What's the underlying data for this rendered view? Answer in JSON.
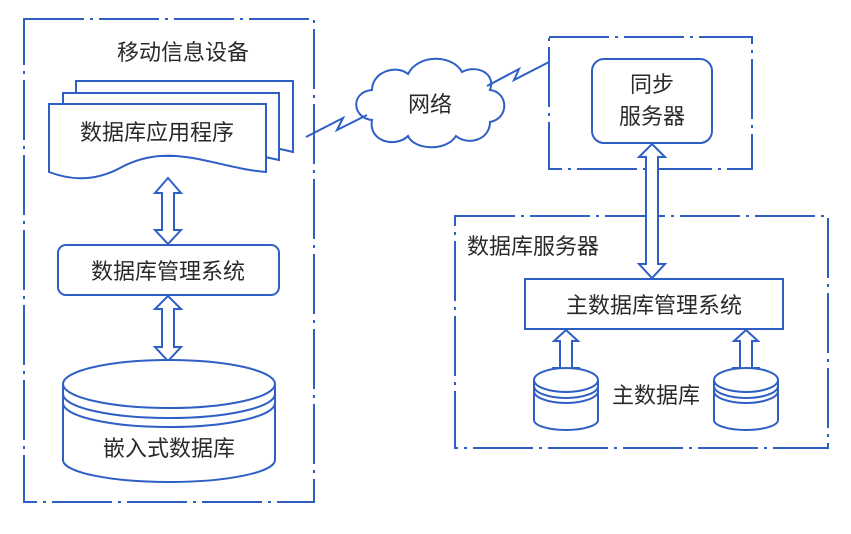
{
  "colors": {
    "line": "#2f5fc4",
    "text": "#2a2a2a",
    "background": "#ffffff"
  },
  "mobile_device": {
    "title": "移动信息设备",
    "app": "数据库应用程序",
    "dbms": "数据库管理系统",
    "embedded_db": "嵌入式数据库"
  },
  "network": {
    "label": "网络"
  },
  "sync_server": {
    "line1": "同步",
    "line2": "服务器"
  },
  "db_server": {
    "title": "数据库服务器",
    "master_dbms": "主数据库管理系统",
    "master_db": "主数据库"
  }
}
